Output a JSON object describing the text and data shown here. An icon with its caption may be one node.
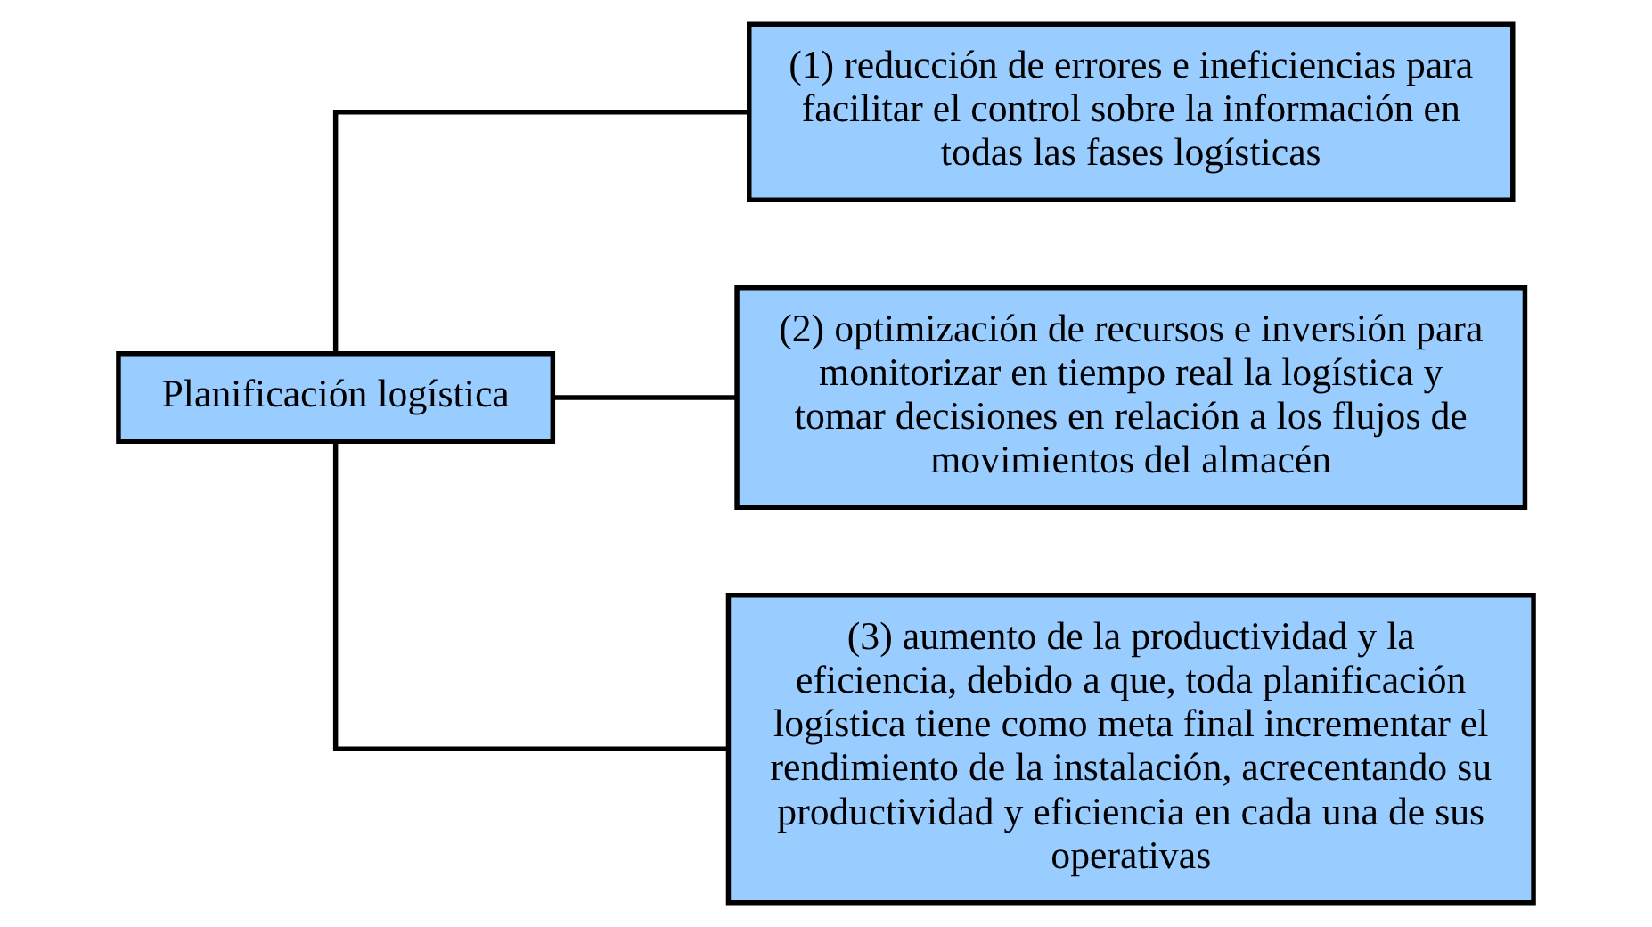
{
  "diagram": {
    "nodes": [
      {
        "text": [
          "Planificación logística"
        ]
      },
      {
        "text": [
          "(1) reducción de errores e ineficiencias para facilitar el control sobre la información en todas las fases logísticas"
        ]
      },
      {
        "text": [
          "(2) optimización de recursos e inversión para monitorizar en tiempo real la logística y tomar decisiones en relación a los flujos de movimientos del almacén"
        ]
      },
      {
        "text": [
          "(3) aumento de la productividad y la eficiencia, debido a que, toda planificación logística tiene como meta final incrementar el rendimiento de la instalación, acrecentando su productividad y eficiencia en cada una de sus operativas"
        ]
      }
    ],
    "edges": [
      {
        "from": 0,
        "to": 1,
        "arrow": "none"
      },
      {
        "from": 0,
        "to": 2,
        "arrow": "none"
      },
      {
        "from": 0,
        "to": 3,
        "arrow": "none"
      }
    ]
  }
}
